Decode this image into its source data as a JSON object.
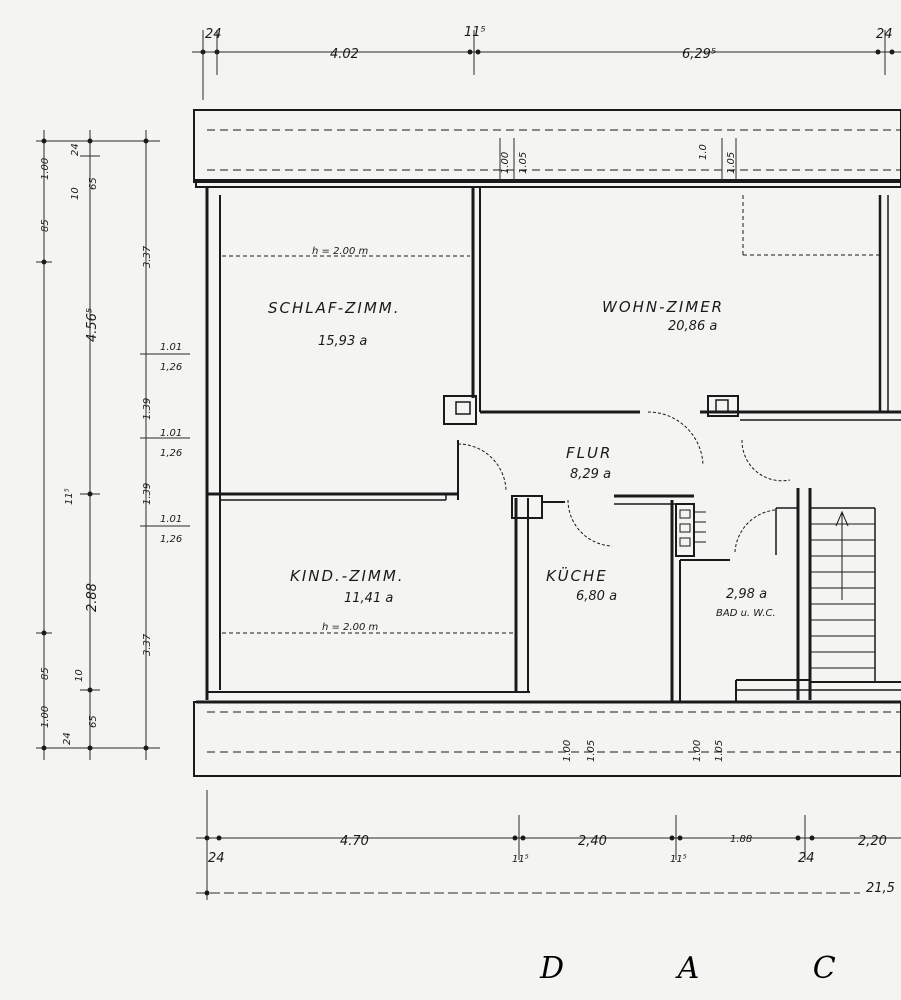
{
  "drawing": {
    "title": "D A C H G",
    "ceiling_height_top": "h = 2.00 m",
    "ceiling_height_bottom": "h = 2.00 m"
  },
  "rooms": {
    "schlaf": {
      "name": "SCHLAF-ZIMM.",
      "area": "15,93 a"
    },
    "wohn": {
      "name": "WOHN-ZIMER",
      "area": "20,86 a"
    },
    "flur": {
      "name": "FLUR",
      "area": "8,29 a"
    },
    "kind": {
      "name": "KIND.-ZIMM.",
      "area": "11,41 a"
    },
    "kueche": {
      "name": "KÜCHE",
      "area": "6,80 a"
    },
    "bad": {
      "name": "BAD u. W.C.",
      "area": "2,98 a"
    }
  },
  "dimensions": {
    "top": [
      "24",
      "4.02",
      "11⁵",
      "6,29⁵",
      "24"
    ],
    "bottom": [
      "24",
      "4.70",
      "11⁵",
      "2,40",
      "11⁵",
      "1.88",
      "24",
      "2,20"
    ],
    "bottom_total": "21,5",
    "left_outer": [
      "1.00",
      "24",
      "10",
      "65",
      "85",
      "4.56⁵",
      "11⁵",
      "2.88",
      "85",
      "10",
      "1.00",
      "65",
      "24"
    ],
    "left_inner": [
      "3.37",
      "1.01",
      "1,26",
      "1.39",
      "1.01",
      "1,26",
      "1.39",
      "1.01",
      "1,26",
      "3.37"
    ],
    "window_top": [
      "1.00",
      "1.05",
      "1.0",
      "1.05"
    ],
    "window_bottom": [
      "1.00",
      "1.05",
      "1.00",
      "1.05"
    ]
  }
}
